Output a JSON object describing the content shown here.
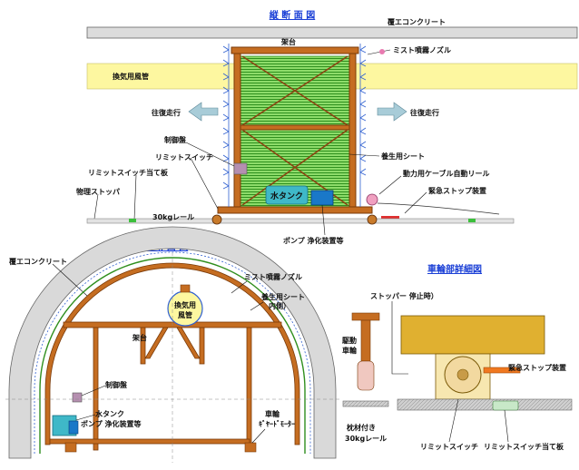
{
  "titles": {
    "longitudinal": "縦 断 面 図",
    "cross": "横 断 面 図",
    "wheel": "車輪部詳細図"
  },
  "longitudinal": {
    "lining": "覆エコンクリート",
    "gantry": "架台",
    "mist_nozzle": "ミスト噴霧ノズル",
    "vent_duct": "換気用風管",
    "travel_left": "往復走行",
    "travel_right": "往復走行",
    "control_panel": "制御盤",
    "limit_switch": "リミットスイッチ",
    "limit_plate": "リミットスイッチ当て板",
    "physical_stopper": "物理ストッパ",
    "curing_sheet": "養生用シート",
    "cable_reel": "動力用ケーブル自動リール",
    "water_tank": "水タンク",
    "emergency_stop": "緊急ストップ装置",
    "rail": "30kgレール",
    "pump": "ポンプ 浄化装置等"
  },
  "cross": {
    "lining": "覆エコンクリート",
    "mist_nozzle": "ミスト噴霧ノズル",
    "vent_duct_l1": "換気用",
    "vent_duct_l2": "風管",
    "curing_sheet_l1": "養生用シート",
    "curing_sheet_l2": "内側）",
    "gantry": "架台",
    "control_panel": "制御盤",
    "water_tank": "水タンク",
    "pump": "ポンプ 浄化装置等",
    "wheel_l1": "車輪",
    "wheel_l2": "ｷﾞﾔｰﾄﾞﾓｰﾀｰ"
  },
  "wheel": {
    "stopper": "ストッパー 停止時）",
    "drive_l1": "駆動",
    "drive_l2": "車輪",
    "emergency_stop": "緊急ストップ装置",
    "sleeper_l1": "枕材付き",
    "sleeper_l2": "30kgレール",
    "limit_switch": "リミットスイッチ",
    "limit_plate": "リミットスイッチ当て板"
  },
  "colors": {
    "wood": "#b8611b",
    "wood_dark": "#7a3a08",
    "sheet": "#7fd65a",
    "sheet_line": "#3a9a22",
    "duct": "#fdf7a0",
    "concrete": "#d9d9d9",
    "mist": "#3060d0",
    "tank": "#3fb8c8",
    "arrow": "#a8ccd8",
    "title": "#1a3fd6"
  }
}
